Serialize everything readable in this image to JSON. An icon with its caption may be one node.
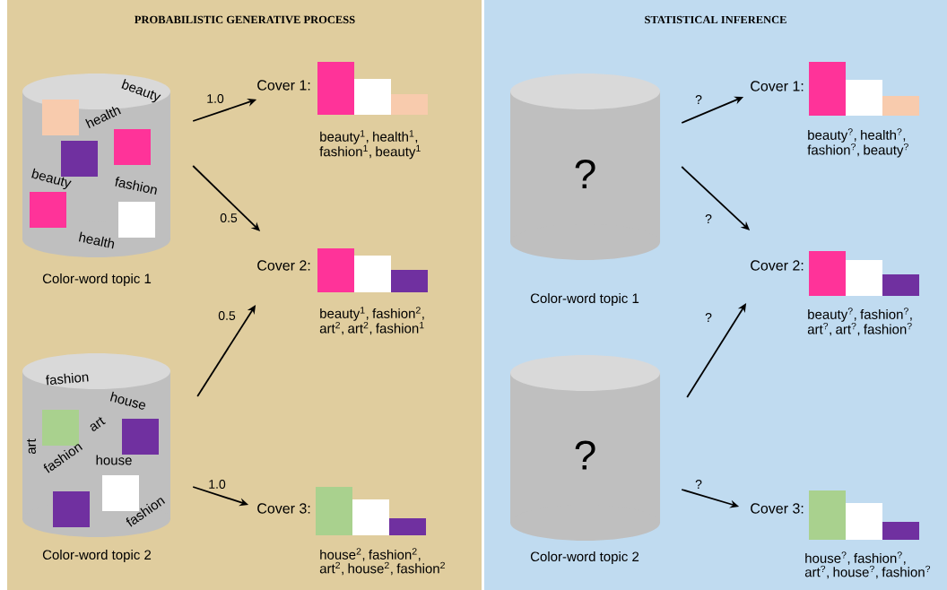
{
  "diagram": {
    "nodes": [
      {
        "text": [
          "PROBABILISTIC GENERATIVE PROCESS"
        ]
      },
      {
        "text": [
          "STATISTICAL INFERENCE"
        ]
      },
      {
        "text": [
          "beauty",
          "health",
          "beauty",
          "fashion",
          "health"
        ],
        "beside": [
          "Color-word topic 1"
        ],
        "in": 0
      },
      {
        "text": [
          "fashion",
          "house",
          "art",
          "art",
          "fashion",
          "house",
          "fashion"
        ],
        "beside": [
          "Color-word topic 2"
        ],
        "in": 0
      },
      {
        "text": [
          "Cover 1:",
          "beauty$^{1}$, health$^{1}$, fashion$^{1}$, beauty$^{1}$"
        ],
        "in": 0
      },
      {
        "text": [
          "Cover 2:",
          "beauty$^{1}$, fashion$^{2}$, art$^{2}$, art$^{2}$, fashion$^{1}$"
        ],
        "in": 0
      },
      {
        "text": [
          "Cover 3:",
          "house$^{2}$, fashion$^{2}$, art$^{2}$, house$^{2}$, fashion$^{2}$"
        ],
        "in": 0
      },
      {
        "text": [
          "?"
        ],
        "beside": [
          "Color-word topic 1"
        ],
        "in": 1
      },
      {
        "text": [
          "?"
        ],
        "beside": [
          "Color-word topic 2"
        ],
        "in": 1
      },
      {
        "text": [
          "Cover 1:",
          "beauty$^{?}$, health$^{?}$, fashion$^{?}$, beauty$^{?}$"
        ],
        "in": 1
      },
      {
        "text": [
          "Cover 2:",
          "beauty$^{?}$, fashion$^{?}$, art$^{?}$, art$^{?}$, fashion$^{?}$"
        ],
        "in": 1
      },
      {
        "text": [
          "Cover 3:",
          "house$^{?}$, fashion$^{?}$, art$^{?}$, house$^{?}$, fashion$^{?}$"
        ],
        "in": 1
      }
    ],
    "edges": [
      {
        "from": 2,
        "to": 4,
        "arrow": "to",
        "label": "1.0"
      },
      {
        "from": 2,
        "to": 5,
        "arrow": "to",
        "label": "0.5"
      },
      {
        "from": 3,
        "to": 5,
        "arrow": "to",
        "label": "0.5"
      },
      {
        "from": 3,
        "to": 6,
        "arrow": "to",
        "label": "1.0"
      },
      {
        "from": 7,
        "to": 9,
        "arrow": "to",
        "label": "?"
      },
      {
        "from": 7,
        "to": 10,
        "arrow": "to",
        "label": "?"
      },
      {
        "from": 8,
        "to": 10,
        "arrow": "to",
        "label": "?"
      },
      {
        "from": 8,
        "to": 11,
        "arrow": "to",
        "label": "?"
      }
    ]
  }
}
